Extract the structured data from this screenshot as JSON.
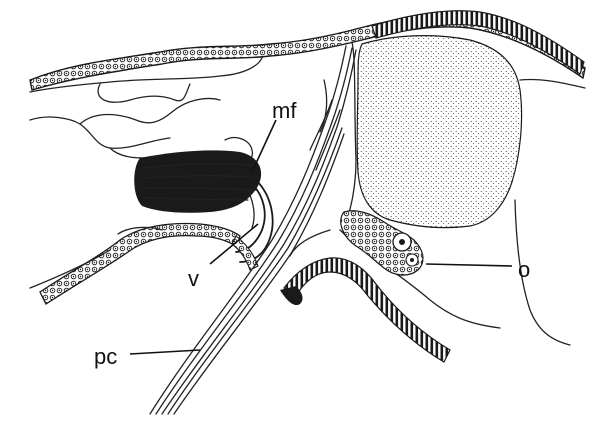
{
  "labels": {
    "mf": "mf",
    "v": "v",
    "o": "o",
    "pc": "pc"
  },
  "colors": {
    "ink": "#1a1a1a",
    "background": "#ffffff"
  }
}
